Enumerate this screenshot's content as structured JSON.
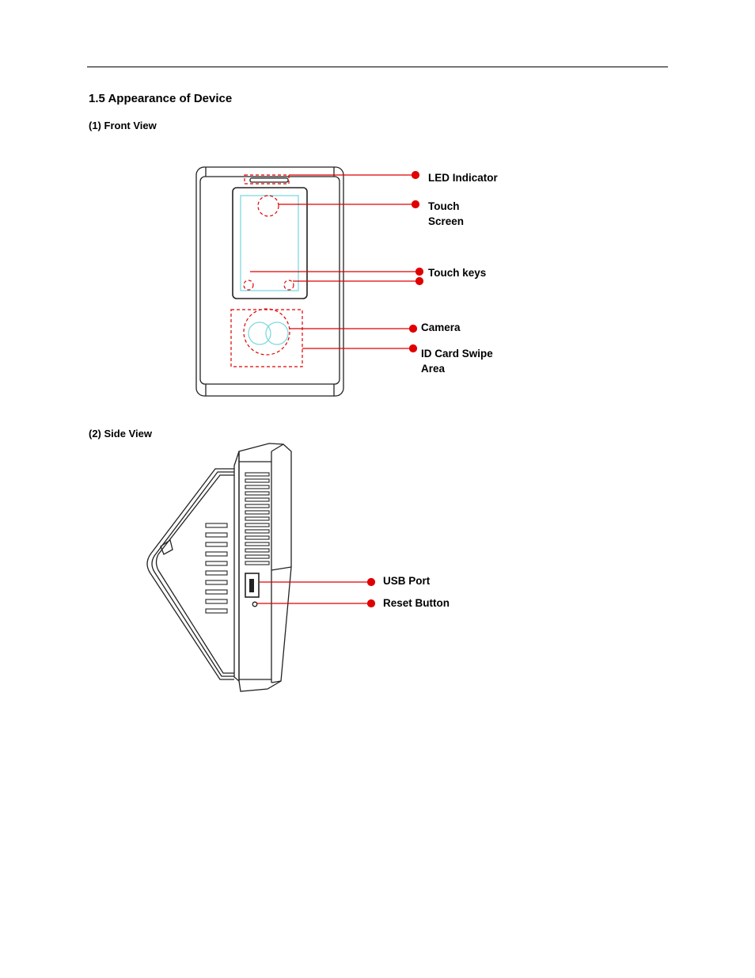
{
  "section_title": "1.5 Appearance of Device",
  "front_view": {
    "title": "(1) Front View",
    "labels": {
      "led_indicator": "LED Indicator",
      "touch_screen_line1": "Touch",
      "touch_screen_line2": "Screen",
      "touch_keys": "Touch keys",
      "camera": "Camera",
      "id_card_line1": "ID Card Swipe",
      "id_card_line2": "Area"
    }
  },
  "side_view": {
    "title": "(2) Side View",
    "labels": {
      "usb_port": "USB Port",
      "reset_button": "Reset Button"
    }
  },
  "colors": {
    "callout": "#e00000",
    "outline": "#222222",
    "highlight": "#7fd8e0"
  }
}
